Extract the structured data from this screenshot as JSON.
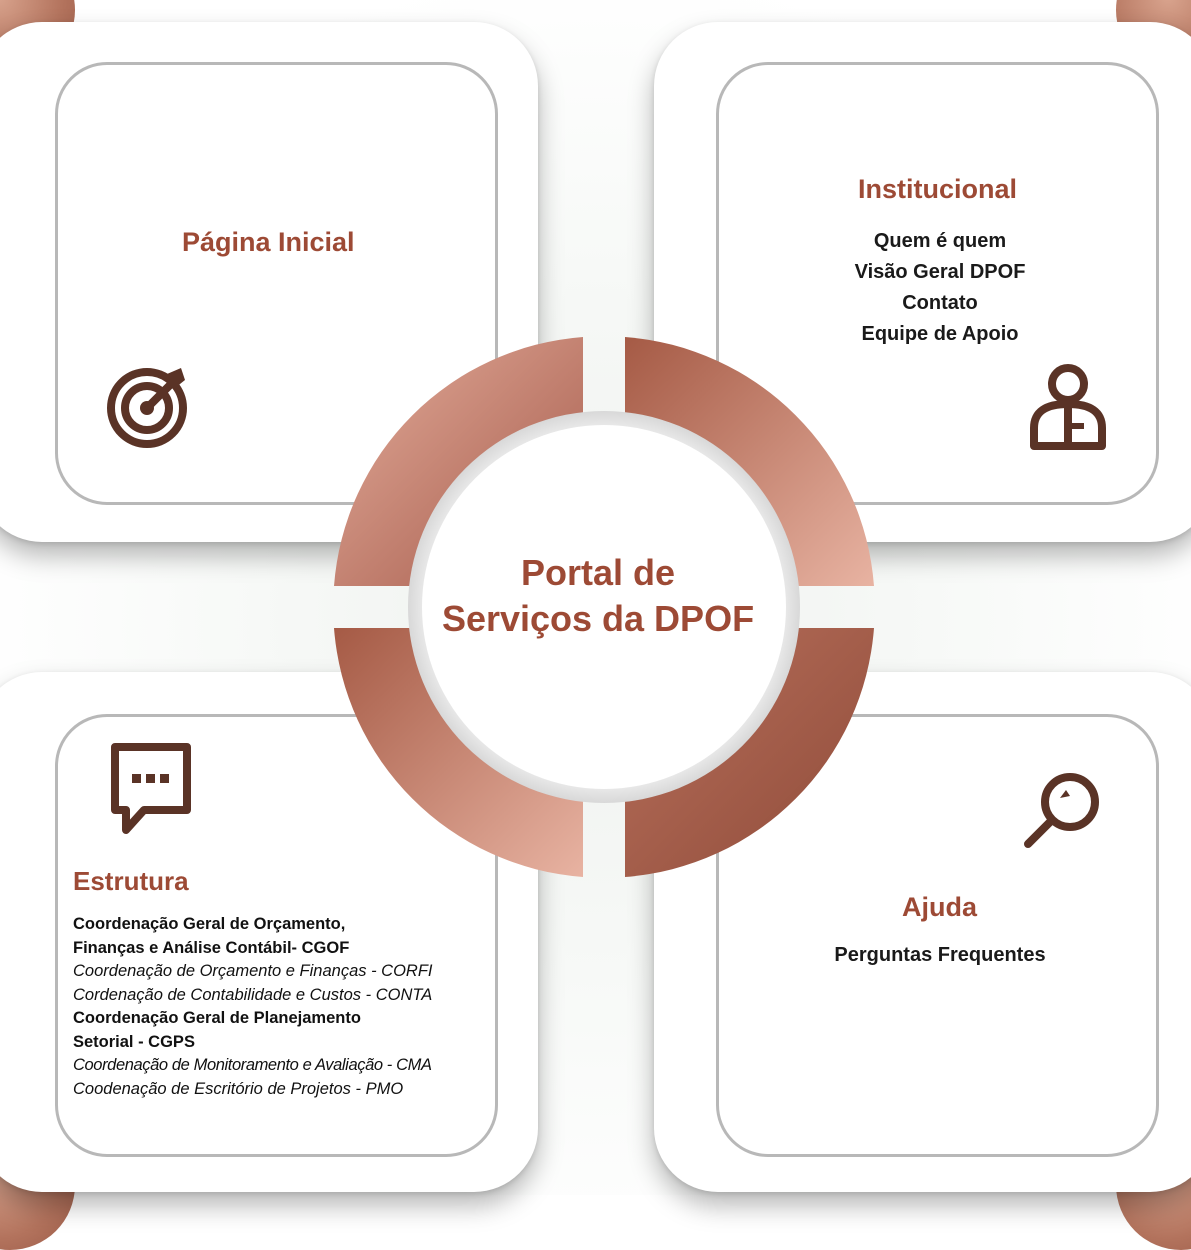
{
  "center": {
    "line1": "Portal de",
    "line2": "Serviços da DPOF"
  },
  "pagina_inicial": {
    "title": "Página Inicial",
    "icon": "target-icon"
  },
  "institucional": {
    "title": "Institucional",
    "items": [
      "Quem é quem",
      "Visão Geral DPOF",
      "Contato",
      "Equipe de Apoio"
    ],
    "icon": "person-icon"
  },
  "estrutura": {
    "title": "Estrutura",
    "icon": "chat-bubble-icon",
    "items": [
      {
        "text": "Coordenação Geral de Orçamento,",
        "style": "bold"
      },
      {
        "text": "Finanças e Análise Contábil- CGOF",
        "style": "bold"
      },
      {
        "text": "Coordenação de Orçamento e Finanças - CORFI",
        "style": "italic"
      },
      {
        "text": "Cordenação de Contabilidade e Custos - CONTA",
        "style": "italic"
      },
      {
        "text": "Coordenação Geral de Planejamento",
        "style": "bold"
      },
      {
        "text": "Setorial - CGPS",
        "style": "bold"
      },
      {
        "text": "Coordenação de Monitoramento e Avaliação - CMA",
        "style": "italic"
      },
      {
        "text": "Coodenação de Escritório de Projetos - PMO",
        "style": "italic"
      }
    ]
  },
  "ajuda": {
    "title": "Ajuda",
    "items": [
      "Perguntas Frequentes"
    ],
    "icon": "magnifier-icon"
  },
  "colors": {
    "accent": "#9d4a35",
    "icon": "#5a3326",
    "ring_dark": "#a55a45",
    "ring_light": "#e8b3a2"
  }
}
